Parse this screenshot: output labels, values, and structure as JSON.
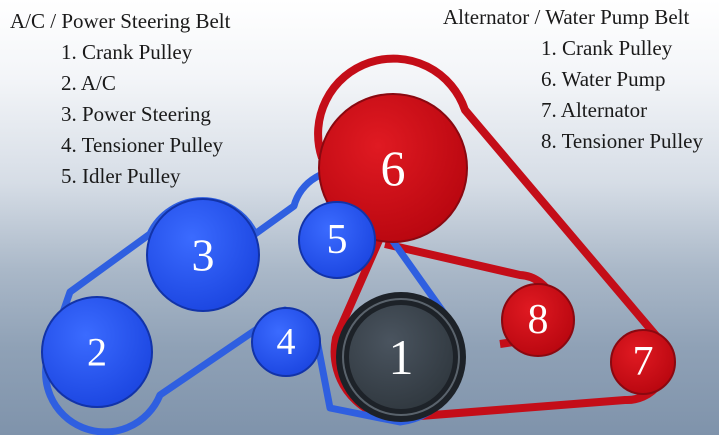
{
  "left_legend": {
    "title": "A/C / Power Steering Belt",
    "items": [
      "1. Crank Pulley",
      "2. A/C",
      "3. Power Steering",
      "4. Tensioner Pulley",
      "5. Idler Pulley"
    ]
  },
  "right_legend": {
    "title": "Alternator / Water Pump Belt",
    "items": [
      "1. Crank Pulley",
      "6. Water Pump",
      "7. Alternator",
      "8. Tensioner Pulley"
    ]
  },
  "pulleys": {
    "p1": {
      "label": "1",
      "name": "Crank Pulley",
      "color": "#3d4650"
    },
    "p2": {
      "label": "2",
      "name": "A/C",
      "color": "#2452ee"
    },
    "p3": {
      "label": "3",
      "name": "Power Steering",
      "color": "#2452ee"
    },
    "p4": {
      "label": "4",
      "name": "Tensioner Pulley",
      "color": "#2452ee"
    },
    "p5": {
      "label": "5",
      "name": "Idler Pulley",
      "color": "#2452ee"
    },
    "p6": {
      "label": "6",
      "name": "Water Pump",
      "color": "#cf0a14"
    },
    "p7": {
      "label": "7",
      "name": "Alternator",
      "color": "#cf0a14"
    },
    "p8": {
      "label": "8",
      "name": "Tensioner Pulley",
      "color": "#cf0a14"
    }
  },
  "colors": {
    "blue_belt": "#2f5fe0",
    "red_belt": "#c40d18",
    "crank_ring": "#1d2228"
  }
}
